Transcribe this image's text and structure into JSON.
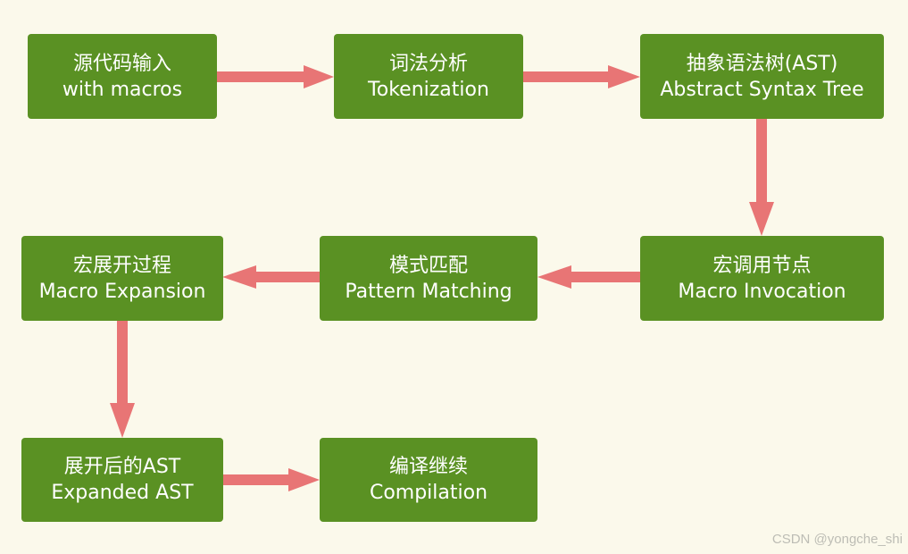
{
  "nodes": {
    "source_input": {
      "line1": "源代码输入",
      "line2": "with macros"
    },
    "tokenization": {
      "line1": "词法分析",
      "line2": "Tokenization"
    },
    "ast": {
      "line1": "抽象语法树(AST)",
      "line2": "Abstract Syntax Tree"
    },
    "macro_invocation": {
      "line1": "宏调用节点",
      "line2": "Macro Invocation"
    },
    "pattern_matching": {
      "line1": "模式匹配",
      "line2": "Pattern Matching"
    },
    "macro_expansion": {
      "line1": "宏展开过程",
      "line2": "Macro Expansion"
    },
    "expanded_ast": {
      "line1": "展开后的AST",
      "line2": "Expanded AST"
    },
    "compilation": {
      "line1": "编译继续",
      "line2": "Compilation"
    }
  },
  "colors": {
    "node_fill": "#5a9123",
    "arrow": "#e87575",
    "background": "#fbf9eb"
  },
  "watermark": "CSDN @yongche_shi"
}
